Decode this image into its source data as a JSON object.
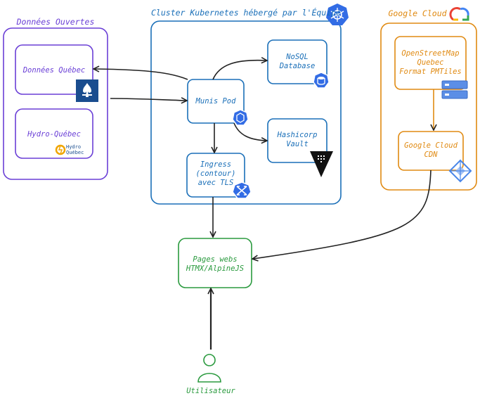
{
  "groups": {
    "open_data": "Données Ouvertes",
    "cluster": "Cluster Kubernetes hébergé par l'Équipe",
    "google": "Google Cloud"
  },
  "nodes": {
    "donnees_quebec": "Données Québec",
    "hydro_quebec": "Hydro-Québec",
    "hydro_logo_line1": "Hydro",
    "hydro_logo_line2": "Québec",
    "munis_pod": "Munis Pod",
    "nosql_line1": "NoSQL",
    "nosql_line2": "Database",
    "vault_line1": "Hashicorp",
    "vault_line2": "Vault",
    "ingress_line1": "Ingress",
    "ingress_line2": "(contour)",
    "ingress_line3": "avec TLS",
    "osm_line1": "OpenStreetMap",
    "osm_line2": "Quebec",
    "osm_line3": "Format PMTiles",
    "cdn_line1": "Google Cloud",
    "cdn_line2": "CDN",
    "web_line1": "Pages webs",
    "web_line2": "HTMX/AlpineJS",
    "user": "Utilisateur"
  },
  "colors": {
    "purple": "#6a3fd6",
    "blue": "#1a6fb8",
    "orange": "#e08a12",
    "green": "#2a9a3e",
    "arrow": "#222222",
    "k8s_blue": "#326ce5",
    "quebec_blue": "#1a4d8f"
  },
  "icons": [
    "kubernetes-icon",
    "google-cloud-icon",
    "quebec-flag-icon",
    "hydro-quebec-logo",
    "pod-icon",
    "database-icon",
    "vault-icon",
    "ingress-icon",
    "storage-icon",
    "cdn-icon",
    "user-icon"
  ]
}
